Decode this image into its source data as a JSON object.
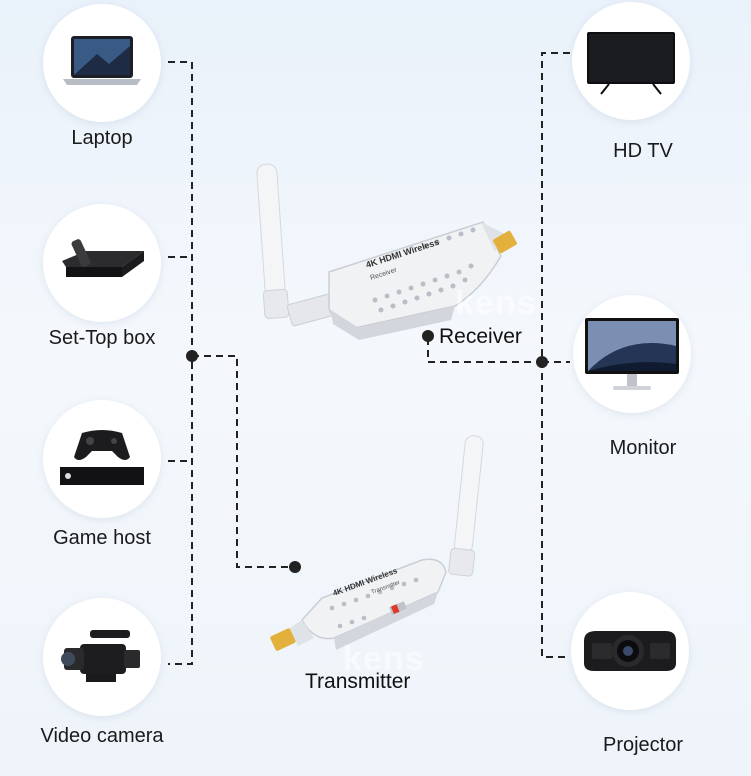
{
  "sources": [
    {
      "label": "Laptop",
      "icon": "laptop-icon"
    },
    {
      "label": "Set-Top box",
      "icon": "set-top-box-icon"
    },
    {
      "label": "Game host",
      "icon": "game-console-icon"
    },
    {
      "label": "Video camera",
      "icon": "video-camera-icon"
    }
  ],
  "displays": [
    {
      "label": "HD TV",
      "icon": "tv-icon"
    },
    {
      "label": "Monitor",
      "icon": "monitor-icon"
    },
    {
      "label": "Projector",
      "icon": "projector-icon"
    }
  ],
  "receiver": {
    "label": "Receiver",
    "device_text": "4K HDMI Wireless",
    "device_subtext": "Receiver"
  },
  "transmitter": {
    "label": "Transmitter",
    "device_text": "4K HDMI Wireless",
    "device_subtext": "Transmitter"
  },
  "watermark": "kens",
  "colors": {
    "line": "#222222",
    "accent": "#f2c03a",
    "device_body": "#f1f2f4"
  }
}
